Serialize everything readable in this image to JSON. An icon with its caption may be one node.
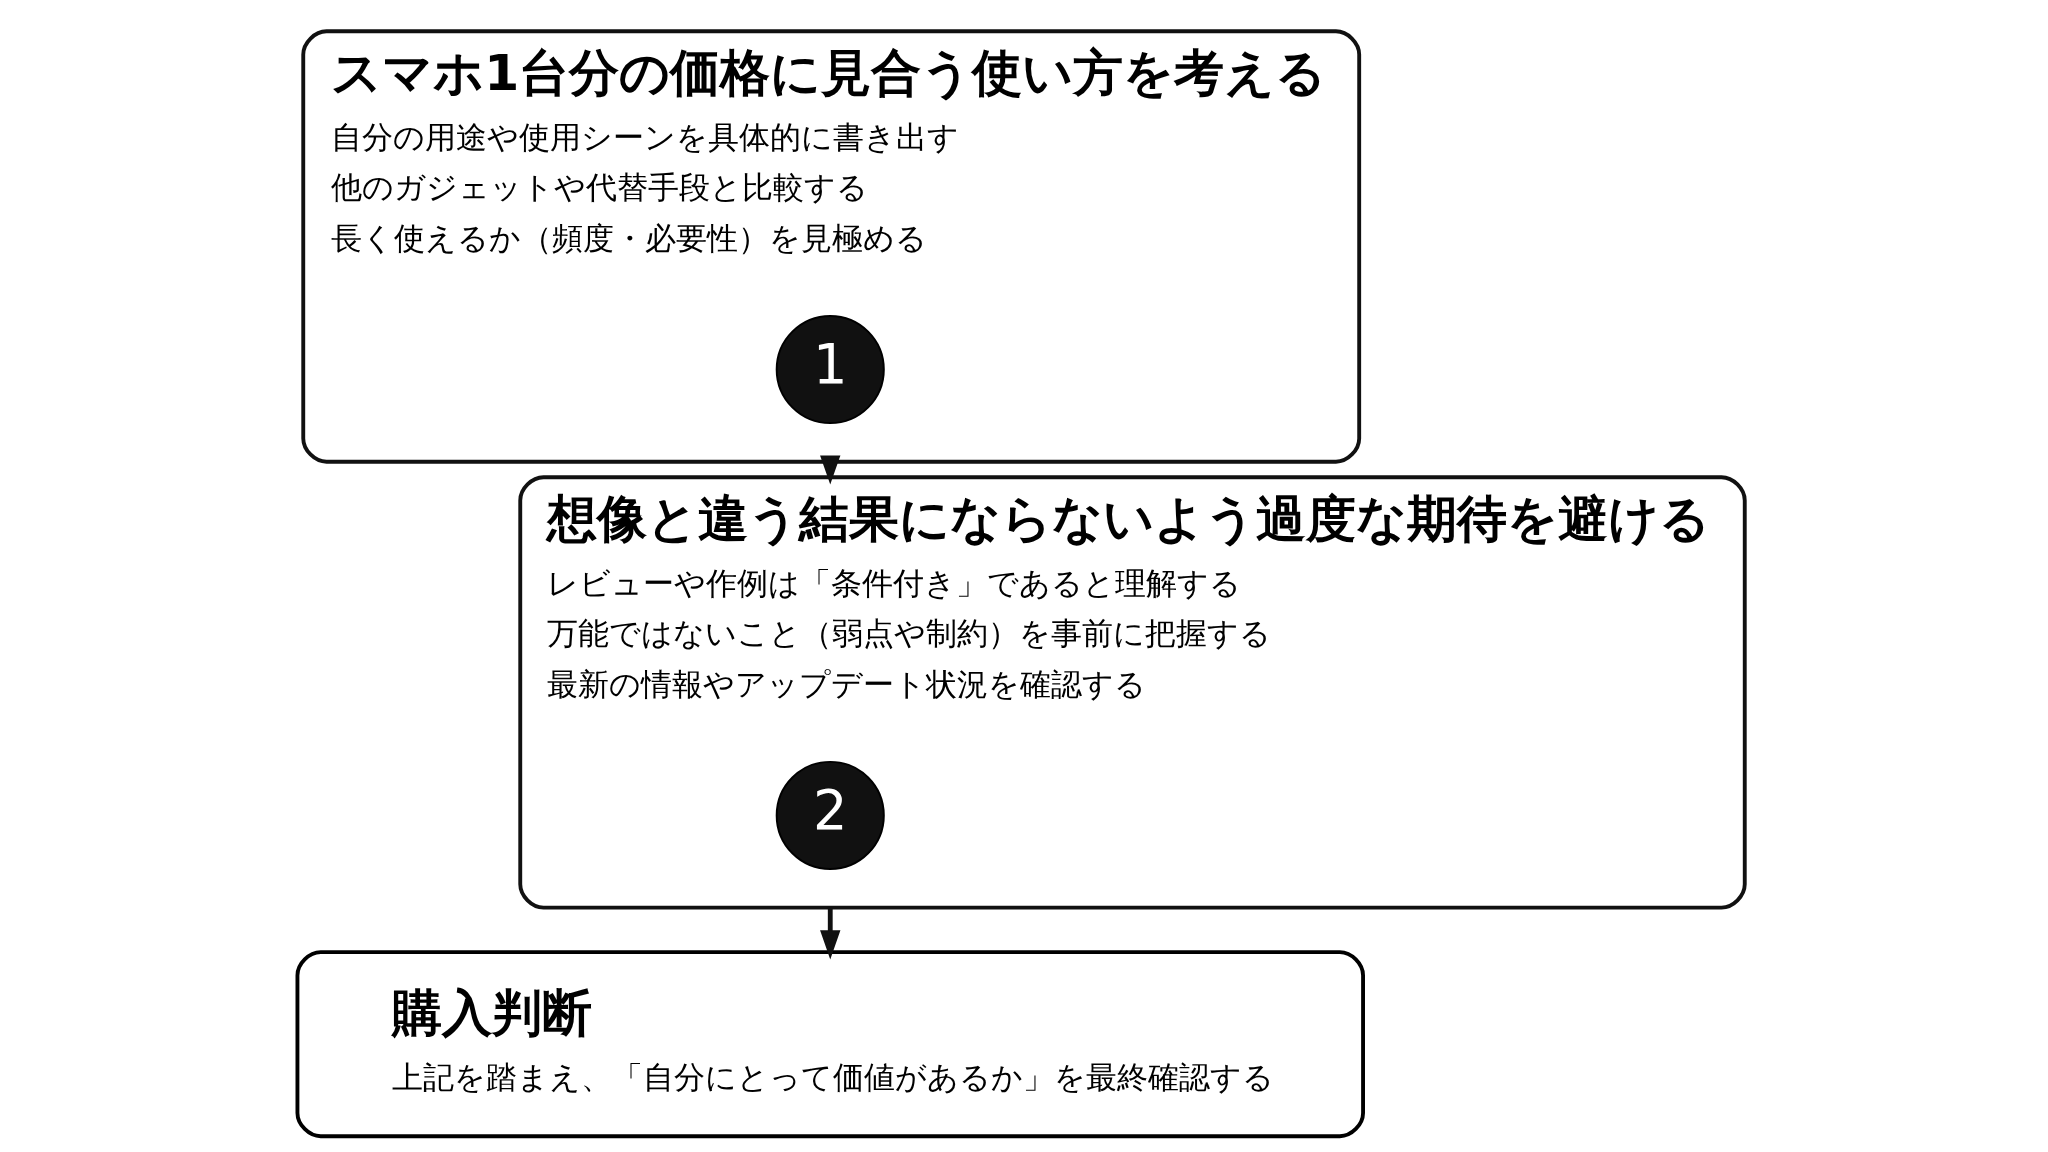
{
  "diagram": {
    "nodes": [
      {
        "text": [
          "スマホ1台分の価格に見合う使い方を考える",
          "自分の用途や使用シーンを具体的に書き出す",
          "他のガジェットや代替手段と比較する",
          "長く使えるか（頻度・必要性）を見極める"
        ]
      },
      {
        "text": [
          "1"
        ],
        "in": 0
      },
      {
        "text": [
          "想像と違う結果にならないよう過度な期待を避ける",
          "レビューや作例は「条件付き」であると理解する",
          "万能ではないこと（弱点や制約）を事前に把握する",
          "最新の情報やアップデート状況を確認する"
        ]
      },
      {
        "text": [
          "2"
        ],
        "in": 2
      },
      {
        "text": [
          "購入判断",
          "上記を踏まえ、「自分にとって価値があるか」を最終確認する"
        ]
      }
    ],
    "edges": [
      {
        "from": 0,
        "to": 2,
        "arrow": "to"
      },
      {
        "from": 2,
        "to": 4,
        "arrow": "to"
      }
    ]
  }
}
